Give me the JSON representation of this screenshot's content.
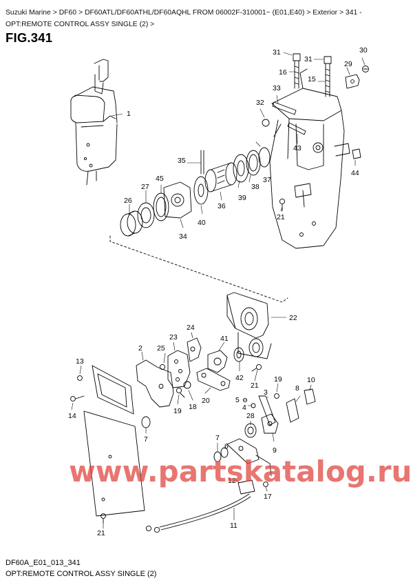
{
  "breadcrumb": {
    "items": [
      "Suzuki Marine",
      "DF60",
      "DF60ATL/DF60ATHL/DF60AQHL FROM 06002F-310001~ (E01,E40)",
      "Exterior",
      "341 - OPT:REMOTE CONTROL ASSY SINGLE (2)"
    ],
    "separator": " > "
  },
  "figure": {
    "title": "FIG.341",
    "watermark": "www.partskatalog.ru",
    "code": "DF60A_E01_013_341",
    "caption": "OPT:REMOTE CONTROL ASSY SINGLE (2)"
  },
  "callouts": [
    "1",
    "2",
    "3",
    "4",
    "5",
    "6",
    "7",
    "8",
    "9",
    "10",
    "11",
    "12",
    "13",
    "14",
    "15",
    "16",
    "17",
    "18",
    "19",
    "20",
    "21",
    "22",
    "23",
    "24",
    "25",
    "26",
    "27",
    "28",
    "29",
    "30",
    "31",
    "32",
    "33",
    "34",
    "35",
    "36",
    "37",
    "38",
    "39",
    "40",
    "41",
    "42",
    "43",
    "44",
    "45"
  ],
  "colors": {
    "ink": "#000000",
    "watermark": "#e0413a",
    "paper": "#ffffff"
  }
}
